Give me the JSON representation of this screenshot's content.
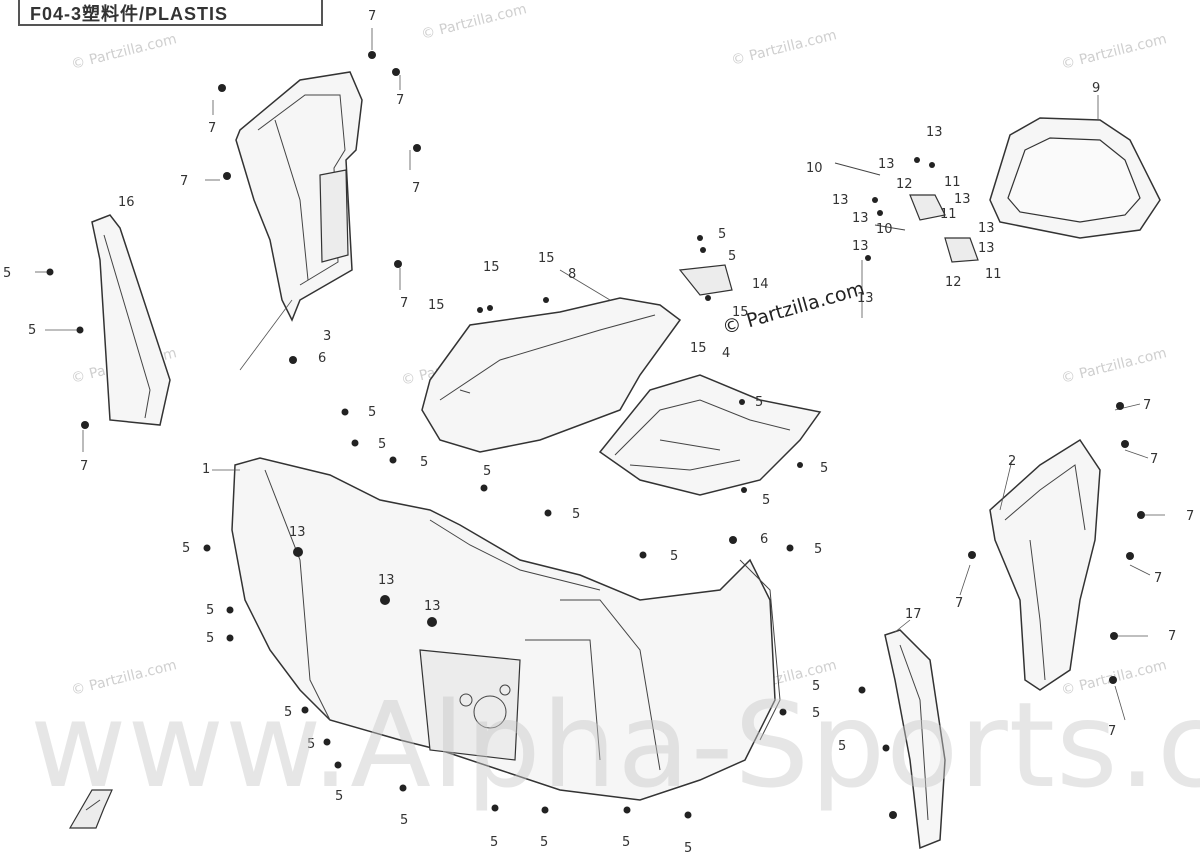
{
  "header": {
    "title": "F04-3塑料件/PLASTIS"
  },
  "watermarks": {
    "partzilla_small": "© Partzilla.com",
    "partzilla_main": "© Partzilla.com",
    "alpha": "www.Alpha-Sports.com"
  },
  "callouts": {
    "c1": "1",
    "c2": "2",
    "c3": "3",
    "c4": "4",
    "c5": "5",
    "c6": "6",
    "c7": "7",
    "c8": "8",
    "c9": "9",
    "c10": "10",
    "c11": "11",
    "c12": "12",
    "c13": "13",
    "c14": "14",
    "c15": "15",
    "c16": "16",
    "c17": "17"
  },
  "icons": {
    "front_arrow": "front-direction-icon"
  }
}
